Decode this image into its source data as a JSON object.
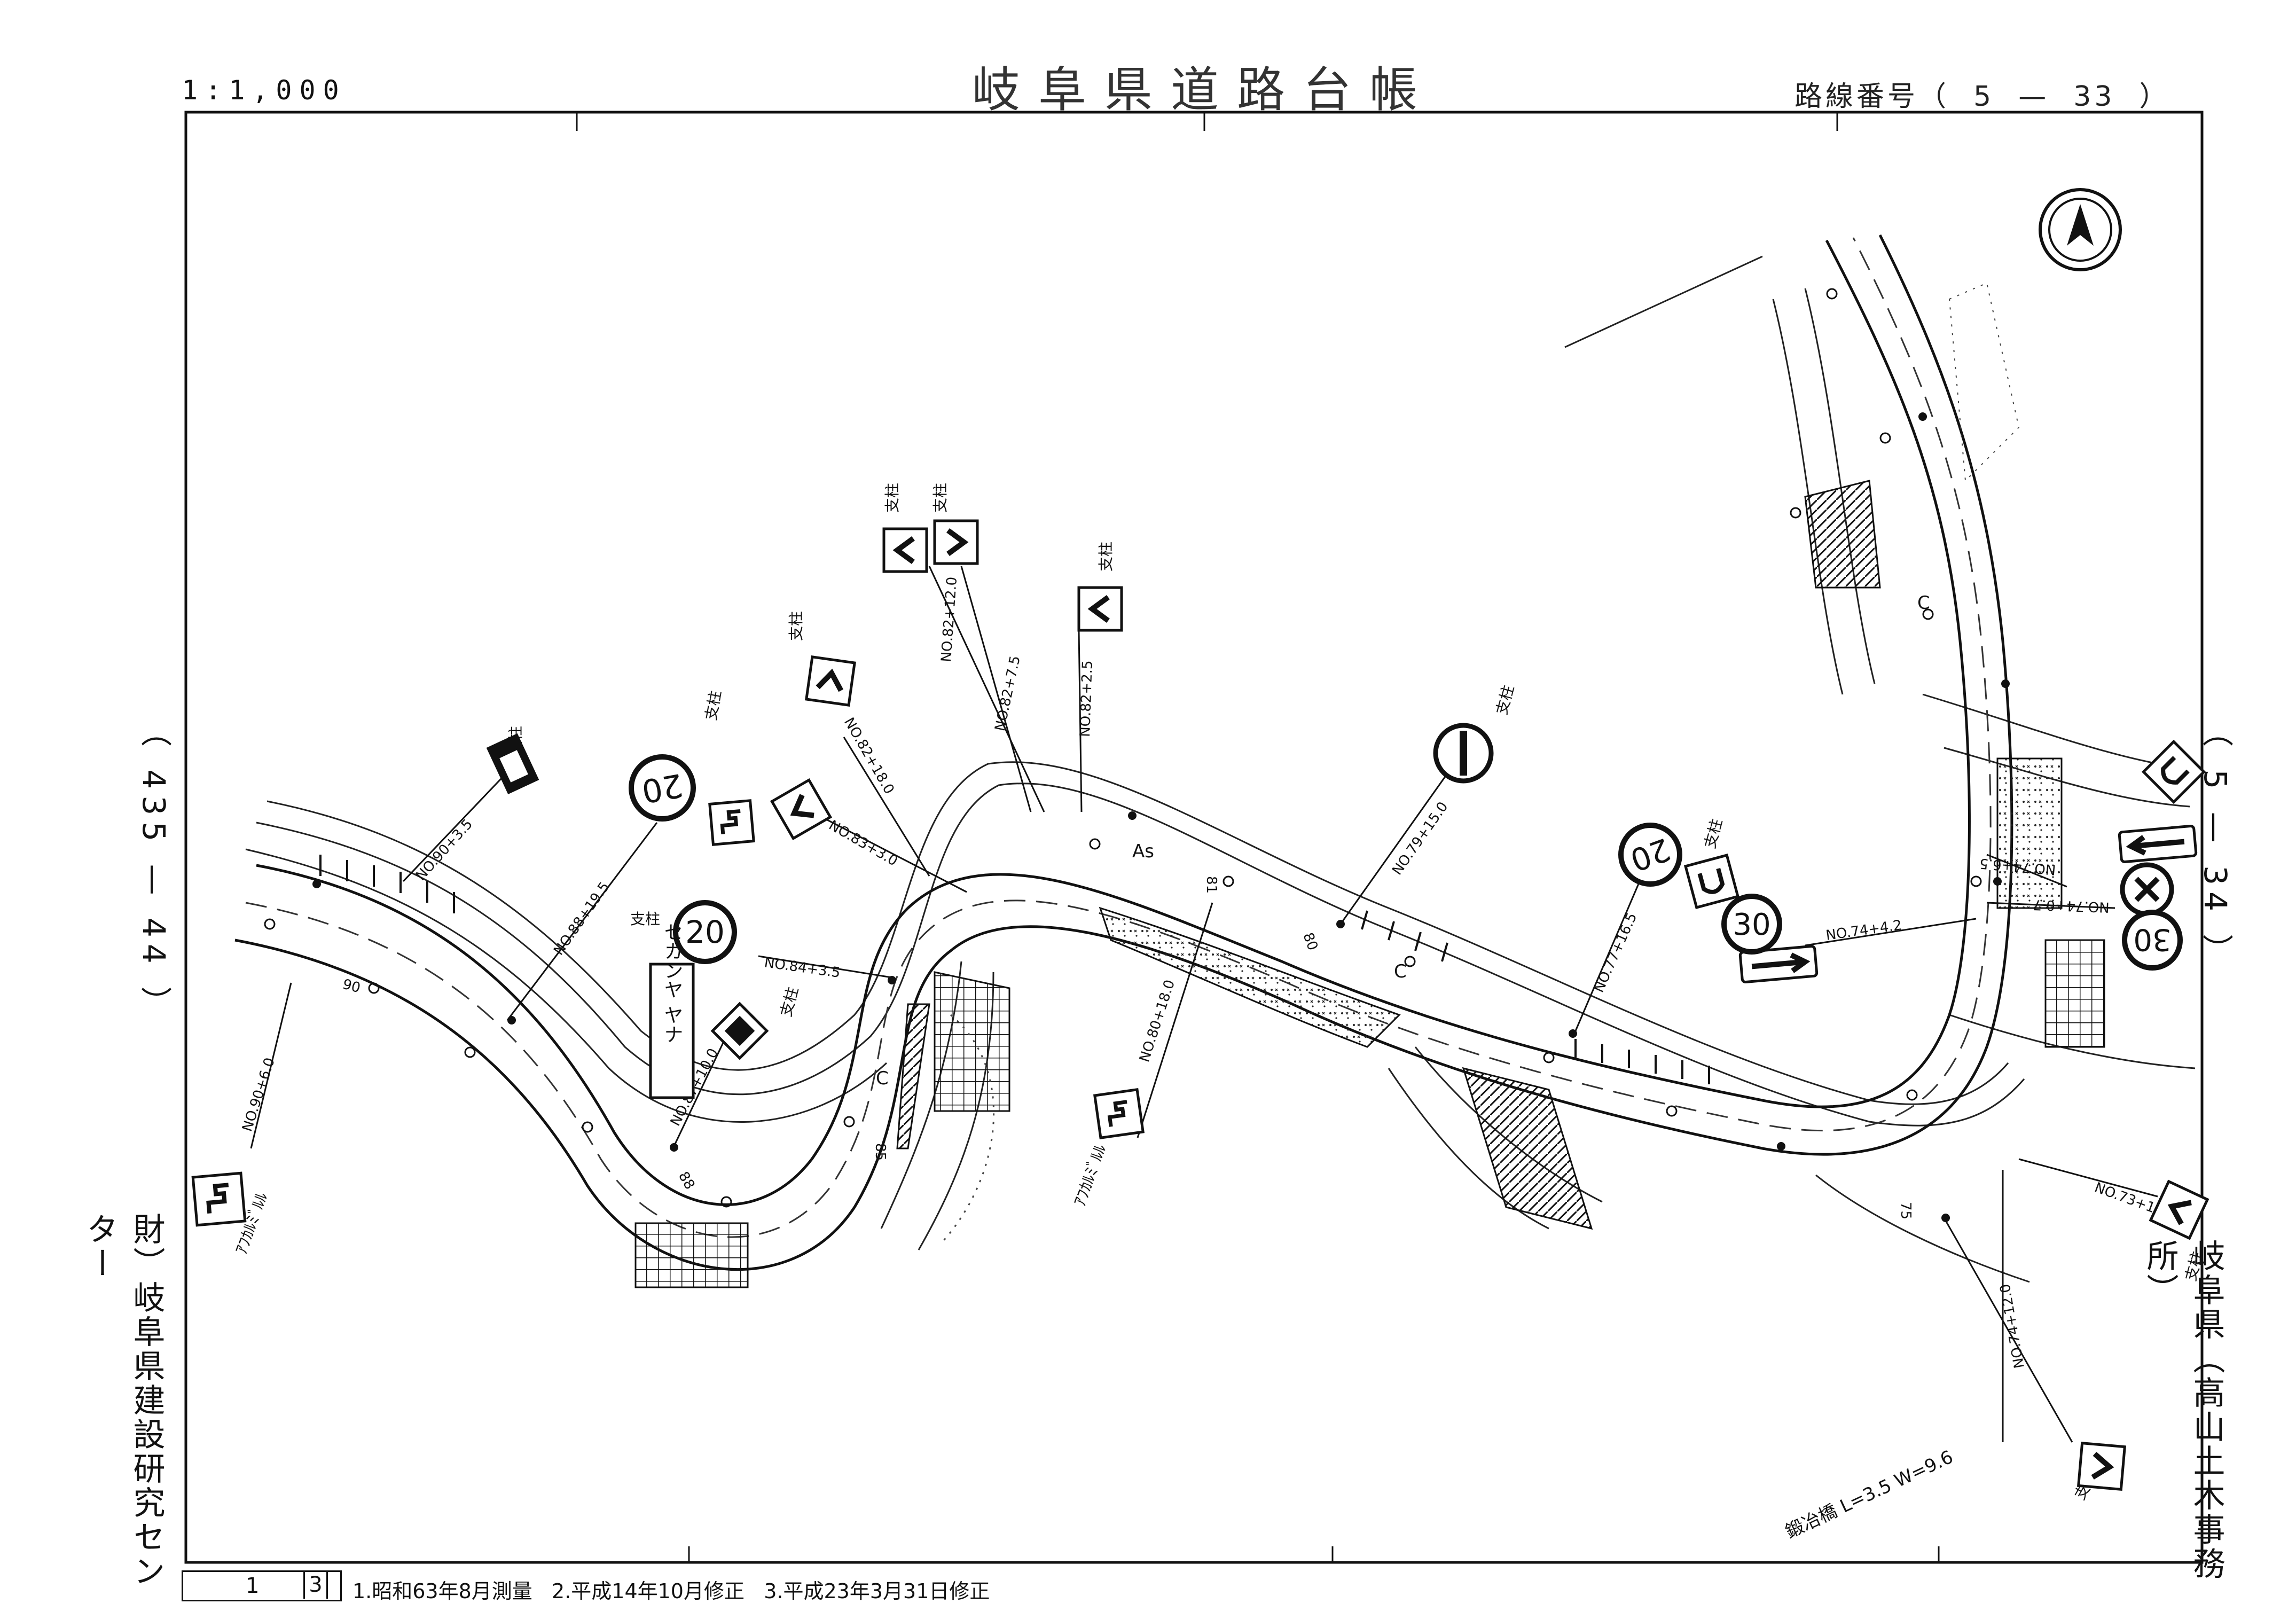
{
  "header": {
    "scale": "1:1,000",
    "title": "岐阜県道路台帳",
    "route_number": "路線番号（  5  —  33  ）"
  },
  "adjacent_sheets": {
    "left": "（ 435 — 44 ）",
    "right": "（ 5 — 34 ）"
  },
  "maker": "財）岐阜県建設研究センター",
  "office": "岐阜県（高山土木事務所）",
  "footer": {
    "sheet_number": "1",
    "sheet_total": "3",
    "notes": "1.昭和63年8月測量   2.平成14年10月修正   3.平成23年3月31日修正"
  },
  "map": {
    "north_arrow": "north-arrow-icon",
    "station_labels": [
      "NO.90+6.0",
      "NO.90+3.5",
      "NO.88+19.5",
      "NO.87+10.0",
      "NO.84+3.5",
      "NO.83+3.0",
      "NO.82+18.0",
      "NO.82+12.0",
      "NO.82+7.5",
      "NO.82+2.5",
      "NO.80+18.0",
      "NO.79+15.0",
      "NO.77+16.5",
      "NO.74+4.2",
      "NO.74+6.5",
      "NO.74+0.7",
      "NO.73+19.0",
      "NO.74+12.0"
    ],
    "support_label": "支柱",
    "surface_label": "As",
    "center_mark": "C",
    "mirror_label": "ｱﾌｶﾙﾐﾞﾙﾙ",
    "bridge_label": "鍛冶橋  L=3.5 W=9.6",
    "speed_limit_20": "20",
    "speed_limit_30": "30",
    "vertical_sign_text": "セカンヤ ヤナ",
    "chain_marks": [
      "90",
      "88",
      "85",
      "81",
      "80",
      "75"
    ]
  }
}
